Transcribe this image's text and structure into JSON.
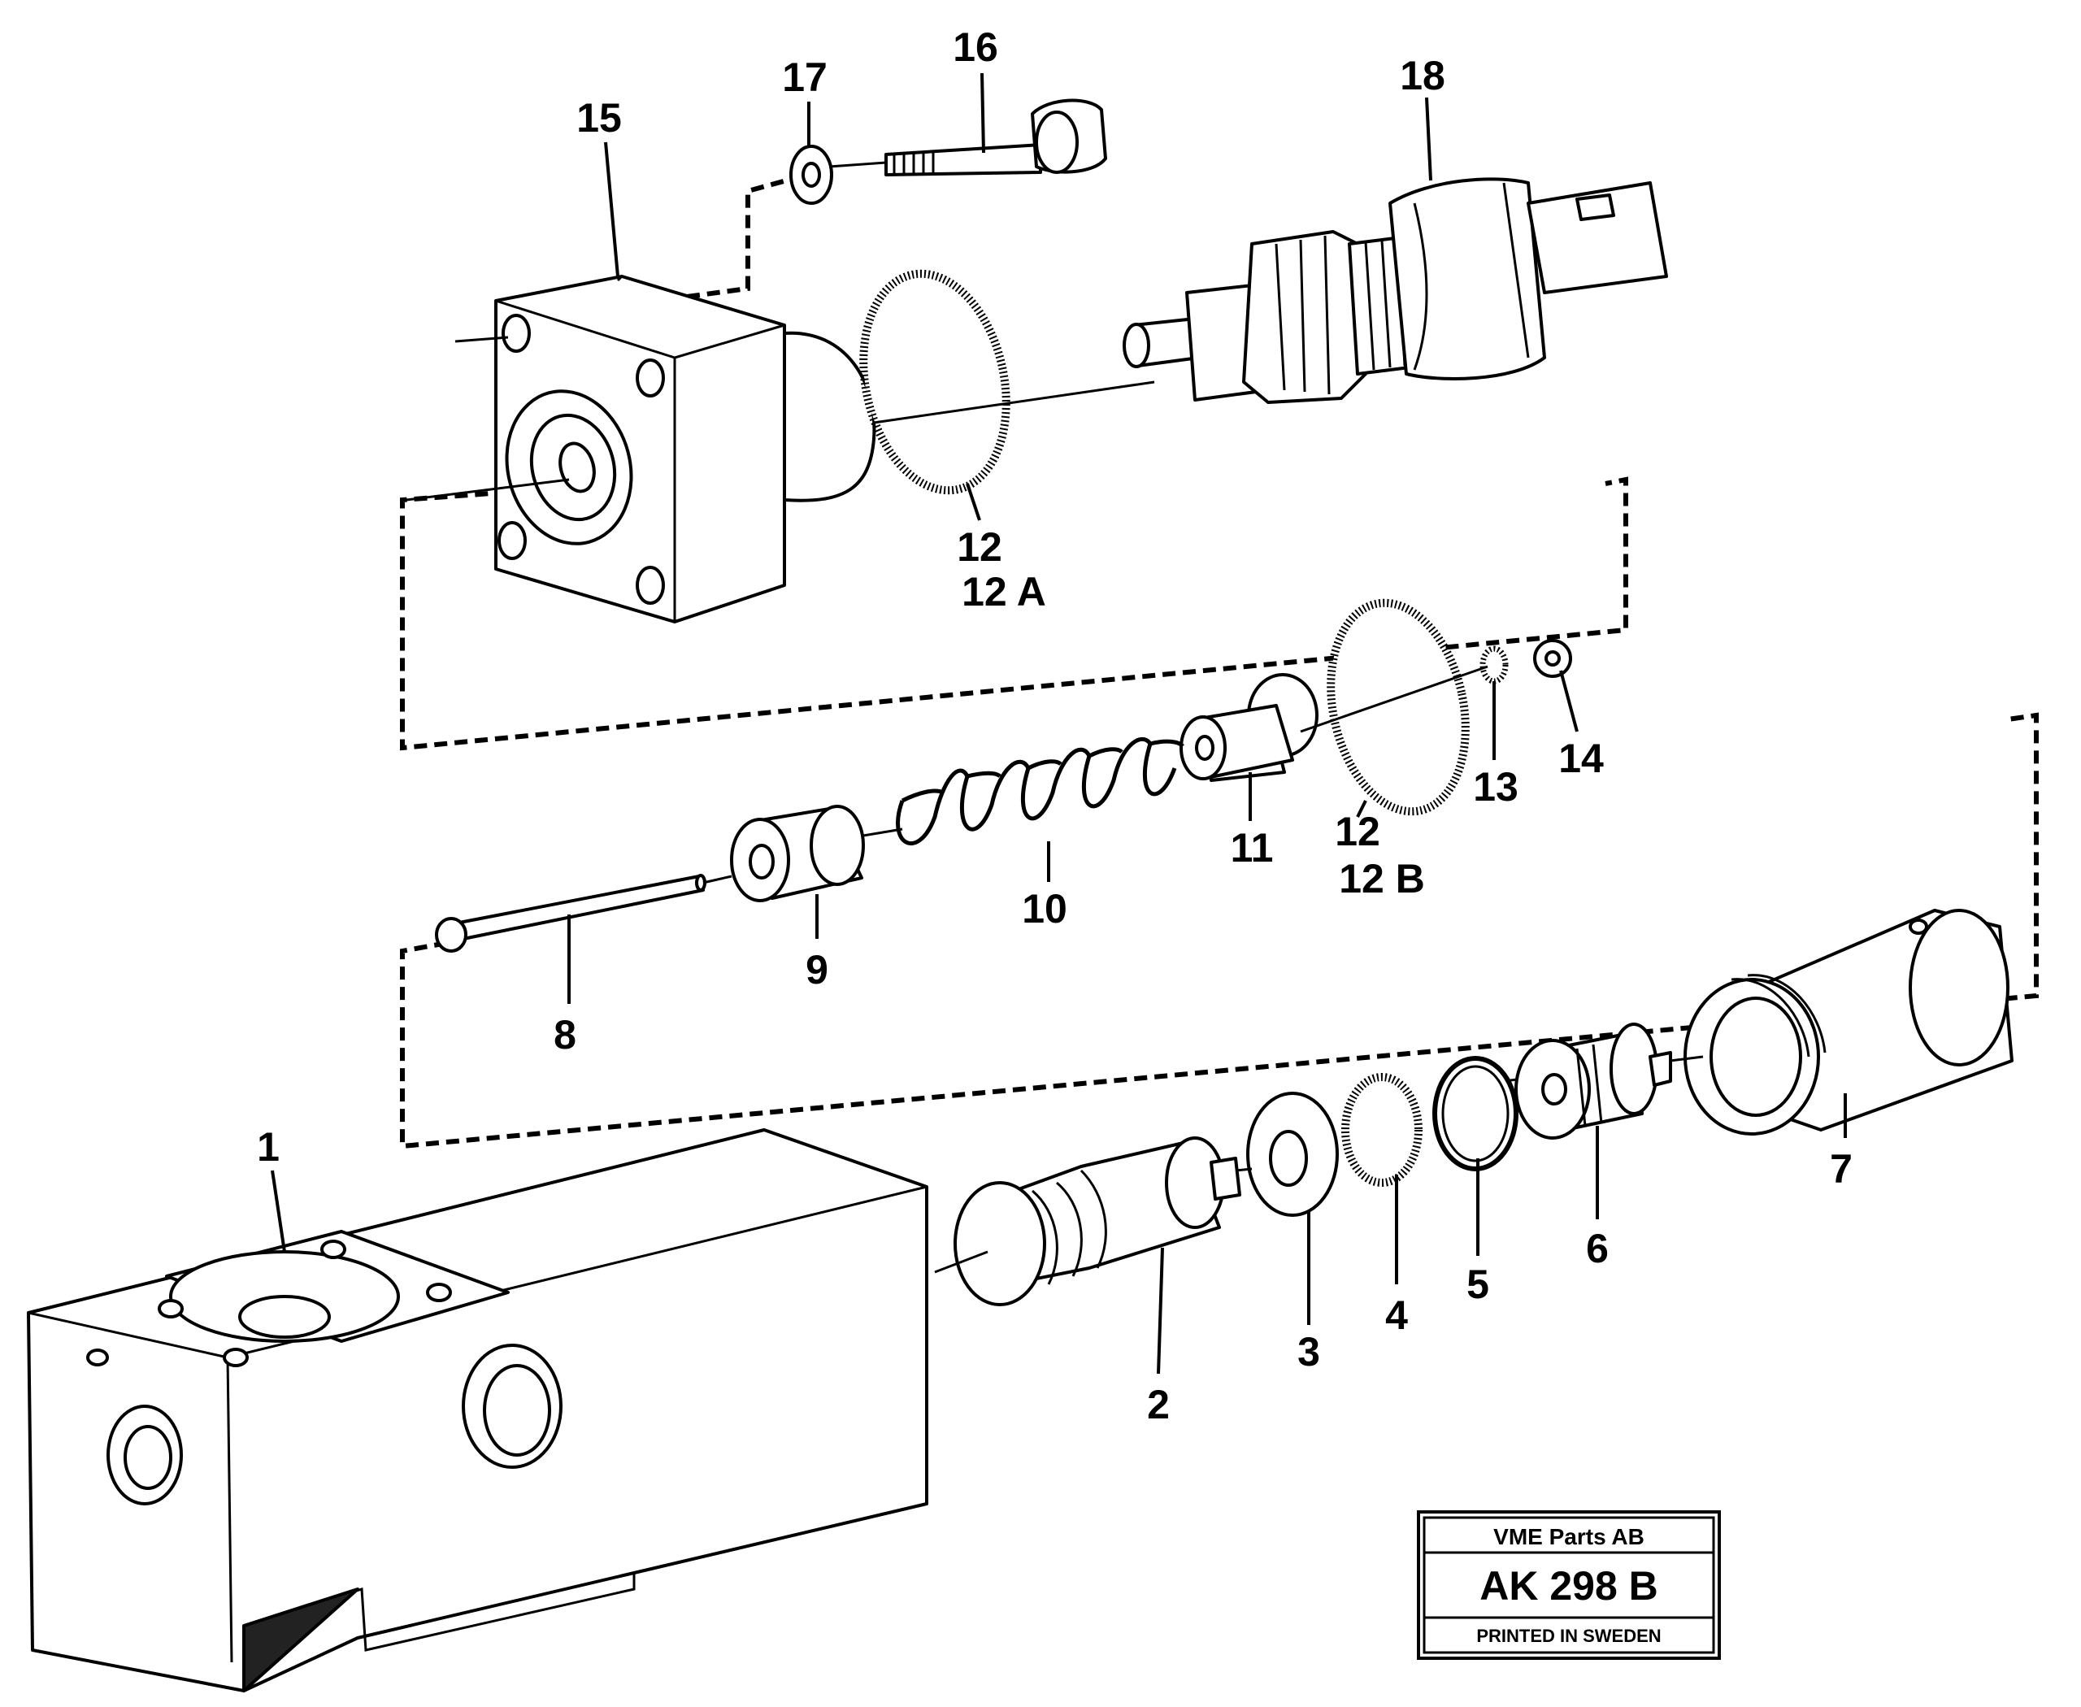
{
  "diagram": {
    "part_labels": {
      "p1": "1",
      "p2": "2",
      "p3": "3",
      "p4": "4",
      "p5": "5",
      "p6": "6",
      "p7": "7",
      "p8": "8",
      "p9": "9",
      "p10": "10",
      "p11": "11",
      "p12a_top": "12",
      "p12a_bottom": "12 A",
      "p12b_top": "12",
      "p12b_bottom": "12 B",
      "p13": "13",
      "p14": "14",
      "p15": "15",
      "p16": "16",
      "p17": "17",
      "p18": "18"
    }
  },
  "title_block": {
    "company": "VME Parts AB",
    "code": "AK 298 B",
    "printed": "PRINTED IN SWEDEN"
  }
}
